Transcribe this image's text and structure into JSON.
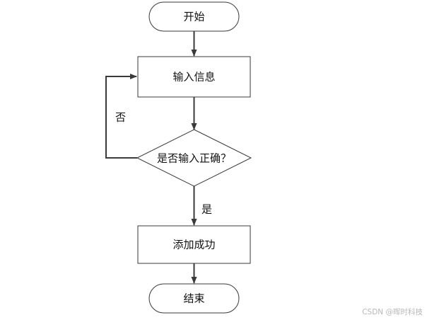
{
  "flowchart": {
    "nodes": {
      "start": "开始",
      "input": "输入信息",
      "decision": "是否输入正确？",
      "success": "添加成功",
      "end": "结束"
    },
    "edge_labels": {
      "no": "否",
      "yes": "是"
    }
  },
  "watermark": {
    "text": "CSDN @晖时科技"
  }
}
